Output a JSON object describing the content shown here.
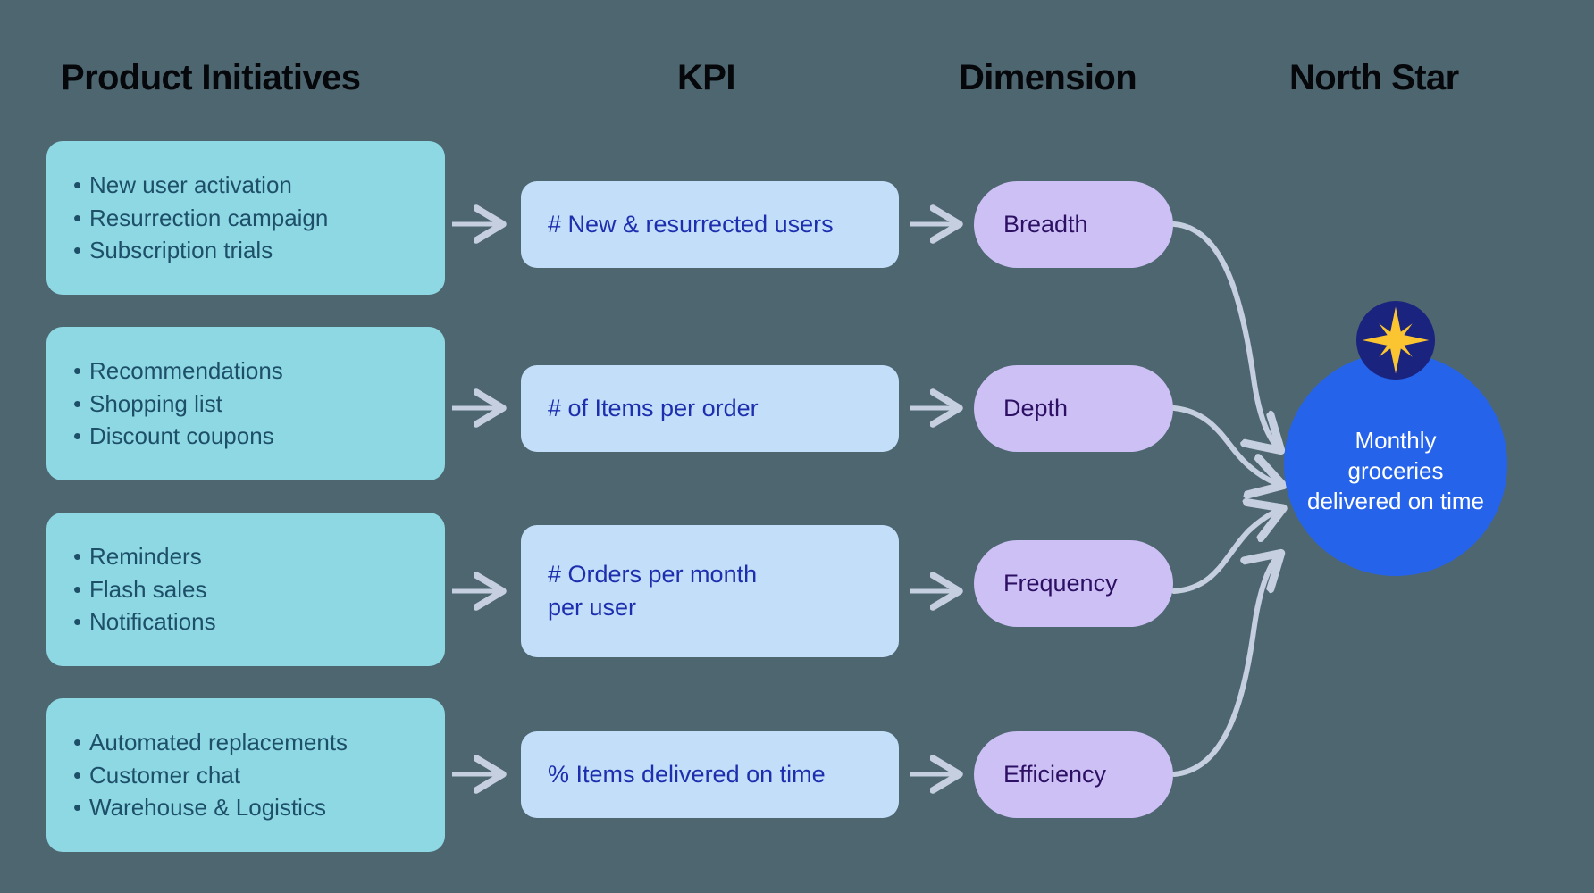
{
  "columns": {
    "initiatives": "Product Initiatives",
    "kpi": "KPI",
    "dimension": "Dimension",
    "north_star": "North Star"
  },
  "rows": [
    {
      "initiatives": [
        "New user activation",
        "Resurrection campaign",
        "Subscription trials"
      ],
      "kpi": "# New & resurrected users",
      "dimension": "Breadth"
    },
    {
      "initiatives": [
        "Recommendations",
        "Shopping list",
        "Discount coupons"
      ],
      "kpi": "# of Items per order",
      "dimension": "Depth"
    },
    {
      "initiatives": [
        "Reminders",
        "Flash sales",
        "Notifications"
      ],
      "kpi_line1": "# Orders per month",
      "kpi_line2": "per user",
      "dimension": "Frequency"
    },
    {
      "initiatives": [
        "Automated replacements",
        "Customer chat",
        "Warehouse & Logistics"
      ],
      "kpi": "% Items delivered on time",
      "dimension": "Efficiency"
    }
  ],
  "north_star": {
    "label": "Monthly groceries delivered on time",
    "star_icon": "eight-point-star-icon"
  },
  "bullet_glyph": "•",
  "colors": {
    "background": "#4d6670",
    "initiative_card": "#8ed8e3",
    "initiative_text": "#1d4f69",
    "kpi_card": "#c3def9",
    "kpi_text": "#1d2fae",
    "dimension_pill": "#ccc0f5",
    "dimension_text": "#2d1063",
    "north_star_circle": "#2563eb",
    "north_star_badge": "#1a237e",
    "star_gold": "#fbc531",
    "arrow": "#c5cfe0",
    "header_text": "#05070a"
  }
}
